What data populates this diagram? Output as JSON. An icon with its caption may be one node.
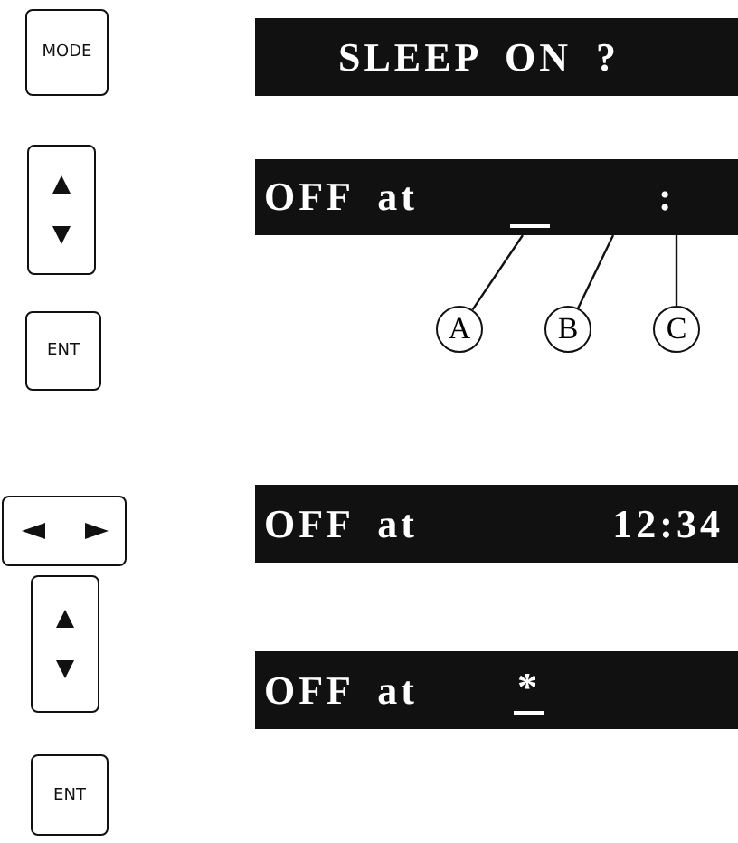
{
  "diagram": {
    "nodes": [
      {
        "text": [
          "MODE"
        ]
      },
      {
        "text": [
          "SLEEP ON ?"
        ]
      },
      {
        "text": [],
        "shape": "box"
      },
      {
        "text": [
          "OFF at",
          ":"
        ]
      },
      {
        "text": [
          "ENT"
        ]
      },
      {
        "text": [
          "A"
        ]
      },
      {
        "text": [
          "B"
        ]
      },
      {
        "text": [
          "C"
        ]
      },
      {
        "text": [],
        "shape": "box"
      },
      {
        "text": [
          "OFF at",
          "12:34"
        ]
      },
      {
        "text": [],
        "shape": "box"
      },
      {
        "text": [
          "OFF at",
          "*"
        ]
      },
      {
        "text": [
          "ENT"
        ]
      }
    ],
    "edges": [
      {
        "from": 5,
        "to": 3,
        "arrow": "none"
      },
      {
        "from": 6,
        "to": 3,
        "arrow": "none"
      },
      {
        "from": 7,
        "to": 3,
        "arrow": "none"
      }
    ]
  }
}
